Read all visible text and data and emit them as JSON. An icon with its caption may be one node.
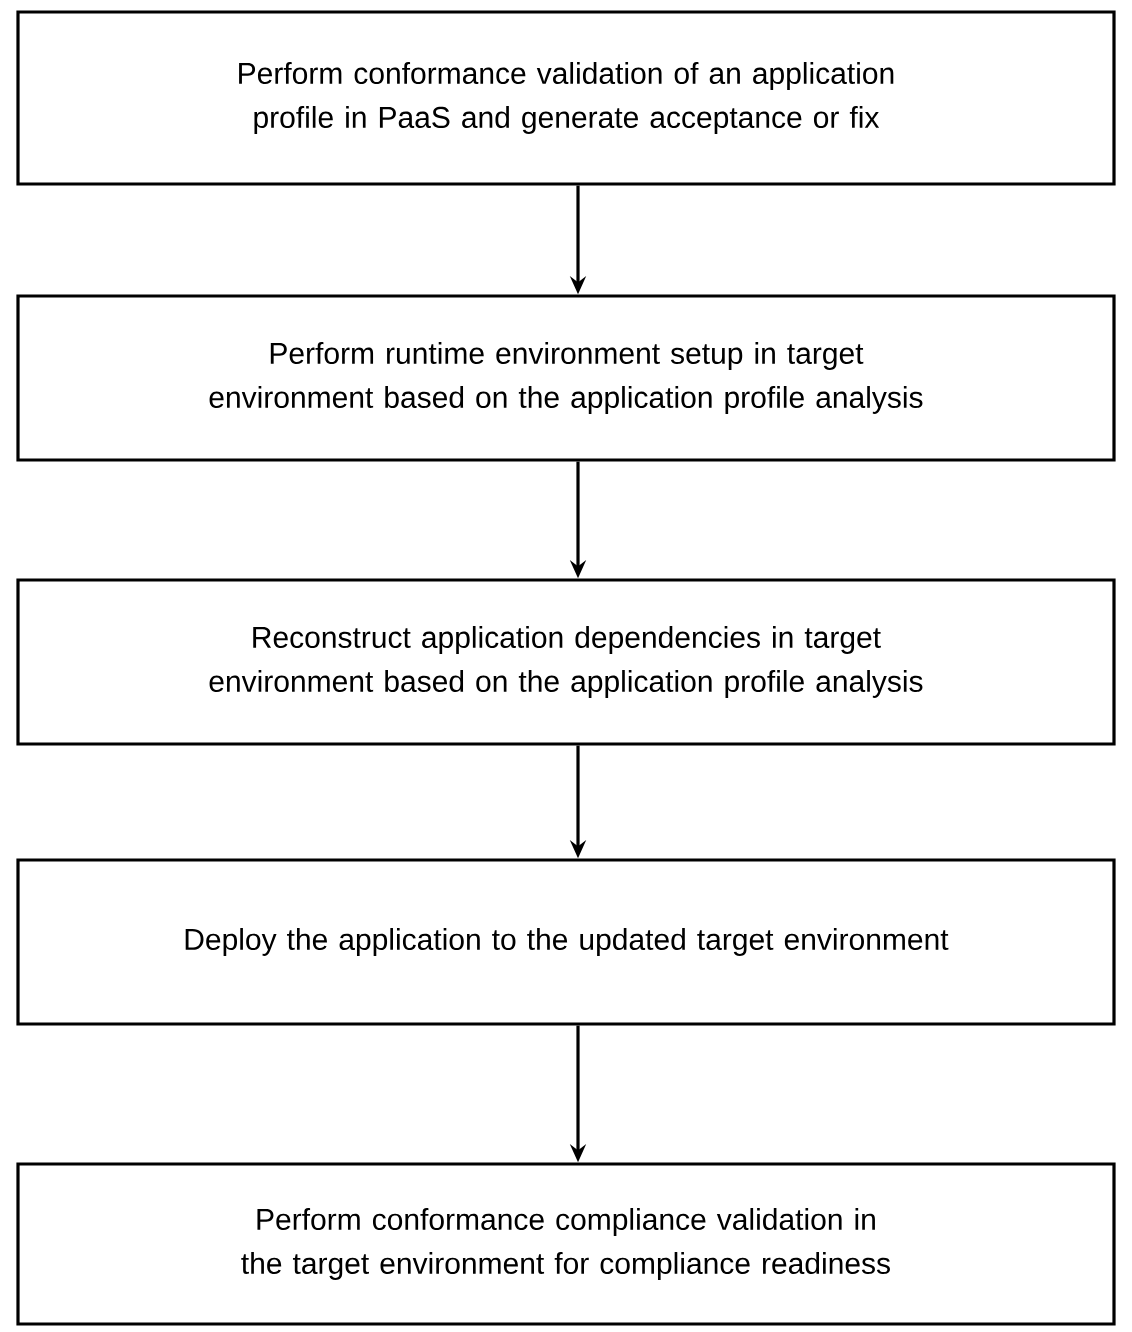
{
  "diagram": {
    "nodes": [
      {
        "text": [
          "Perform conformance validation of an application profile in PaaS and generate acceptance or fix"
        ]
      },
      {
        "text": [
          "Perform runtime environment setup in target environment based on the application profile analysis"
        ]
      },
      {
        "text": [
          "Reconstruct application dependencies in target environment based on the application profile analysis"
        ]
      },
      {
        "text": [
          "Deploy the application to the updated target environment"
        ]
      },
      {
        "text": [
          "Perform conformance compliance validation in the target environment for compliance readiness"
        ]
      }
    ],
    "edges": [
      {
        "from": 0,
        "to": 1,
        "arrow": "to"
      },
      {
        "from": 1,
        "to": 2,
        "arrow": "to"
      },
      {
        "from": 2,
        "to": 3,
        "arrow": "to"
      },
      {
        "from": 3,
        "to": 4,
        "arrow": "to"
      }
    ]
  }
}
